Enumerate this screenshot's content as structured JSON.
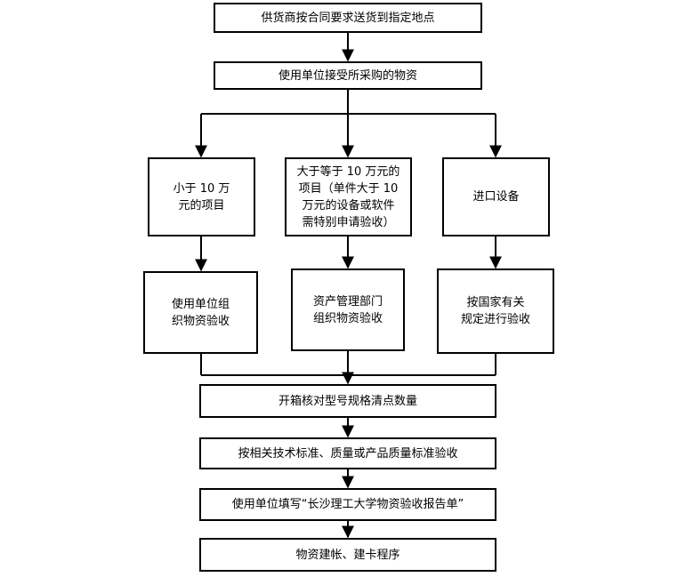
{
  "flowchart": {
    "steps": {
      "delivery": "供货商按合同要求送货到指定地点",
      "receive": "使用单位接受所采购的物资",
      "unpack": "开箱核对型号规格清点数量",
      "standards": "按相关技术标准、质量或产品质量标准验收",
      "report": "使用单位填写“长沙理工大学物资验收报告单”",
      "accounting": "物资建帐、建卡程序"
    },
    "branches": [
      {
        "condition": [
          "小于 10 万",
          "元的项目"
        ],
        "action": [
          "使用单位组",
          "织物资验收"
        ]
      },
      {
        "condition": [
          "大于等于 10 万元的",
          "项目（单件大于 10",
          "万元的设备或软件",
          "需特别申请验收）"
        ],
        "action": [
          "资产管理部门",
          "组织物资验收"
        ]
      },
      {
        "condition": [
          "进口设备"
        ],
        "action": [
          "按国家有关",
          "规定进行验收"
        ]
      }
    ]
  }
}
